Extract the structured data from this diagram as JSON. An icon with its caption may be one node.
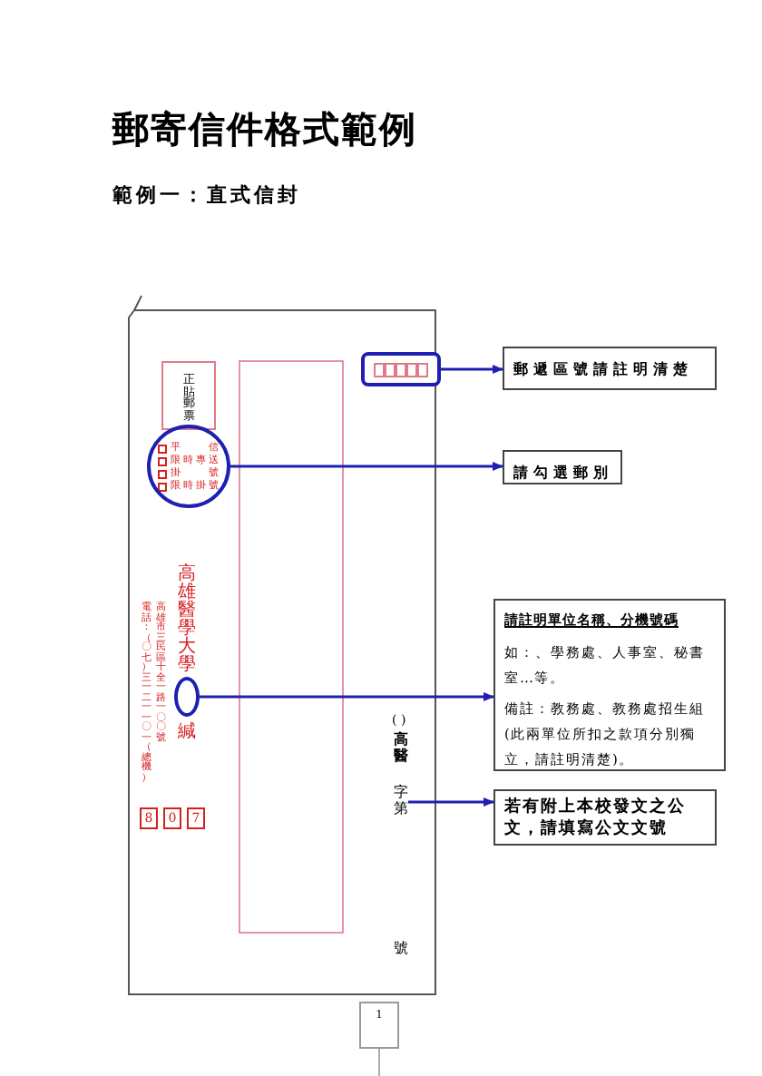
{
  "diagram": {
    "title": "郵寄信件格式範例",
    "nodes": [
      {
        "text": [],
        "shape": "box"
      },
      {
        "text": [
          "郵遞區號請註明清楚"
        ]
      },
      {
        "text": [],
        "shape": "circle"
      },
      {
        "text": [
          "請勾選郵別"
        ]
      },
      {
        "text": [],
        "shape": "circle"
      },
      {
        "text": [
          "請註明單位名稱、分機號碼",
          "如：、學務處、人事室、秘書室…等。",
          "備註：教務處、教務處招生組(此兩單位所扣之款項分別獨立，請註明清楚)。"
        ]
      },
      {
        "text": [
          "若有附上本校發文之公文，請填寫公文文號"
        ]
      },
      {
        "text": [
          "字第"
        ]
      }
    ],
    "edges": [
      {
        "from": 0,
        "to": 1,
        "arrow": "to"
      },
      {
        "from": 2,
        "to": 3,
        "arrow": "to"
      },
      {
        "from": 4,
        "to": 5,
        "arrow": "to"
      },
      {
        "from": 7,
        "to": 6,
        "arrow": "to"
      }
    ],
    "labels": [
      "範例一：直式信封",
      "正貼郵票",
      "平信",
      "限時專送",
      "掛號",
      "限時掛號",
      "高雄醫學大學",
      "高雄市三民區十全一路一〇〇號",
      "電話：（〇七）三一二一一〇一（總機）",
      "緘",
      "8",
      "0",
      "7",
      "( )",
      "高醫",
      "號",
      "1"
    ]
  }
}
